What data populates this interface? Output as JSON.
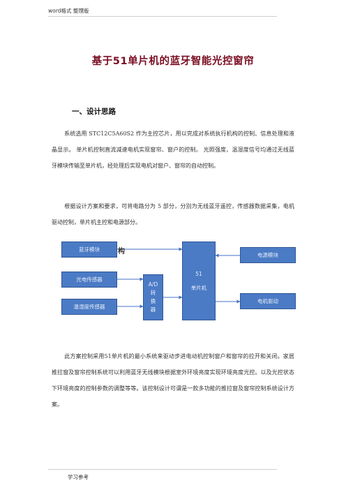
{
  "header": {
    "text": "word格式 整理版"
  },
  "title": "基于51单片机的蓝牙智能光控窗帘",
  "section": {
    "heading": "一、设计思路"
  },
  "paragraphs": [
    "系统选用 STC12C5A60S2 作为主控芯片，用以完成对系统执行机构的控制、信息处理和液晶显示。 单片机控制直流减速电机实现窗帘、窗户的控制。 光照强度、温湿度信号均通过无线蓝牙模块传输至单片机，经处理后实现电机对窗户、窗帘的自动控制。",
    "根据设计方案和要求，可将电路分为 5 部分，分别为无线蓝牙遥控，传感器数据采集，电机驱动控制，单片机主控和电源部分。",
    "此方案控制采用51单片机的最小系统来驱动步进电动机控制窗户和窗帘的拉开和关闭。家居推拉窗及窗帘控制系统可以利用蓝牙无线模块根据室外环境亮度实现环境亮度光控。以及光控状态下环境亮度的控制参数的调整等等。该控制设计可谓是一款多功能的推拉窗及窗帘控制系统设计方案。"
  ],
  "diagram": {
    "bluetooth": "蓝牙模块",
    "ghost_text": "构",
    "optical_sensor": "光电传感器",
    "humidity_sensor": "温湿度传感器",
    "ad_lines": [
      "A/D",
      "转",
      "换",
      "器"
    ],
    "mcu_lines": [
      "51",
      "单片机"
    ],
    "power": "电源模块",
    "motor": "电机驱动",
    "colors": {
      "box_fill": "#4b7bc5",
      "box_border": "#2f5597",
      "box_text": "#e8eefb"
    }
  },
  "footer": {
    "text": "学习参考"
  }
}
